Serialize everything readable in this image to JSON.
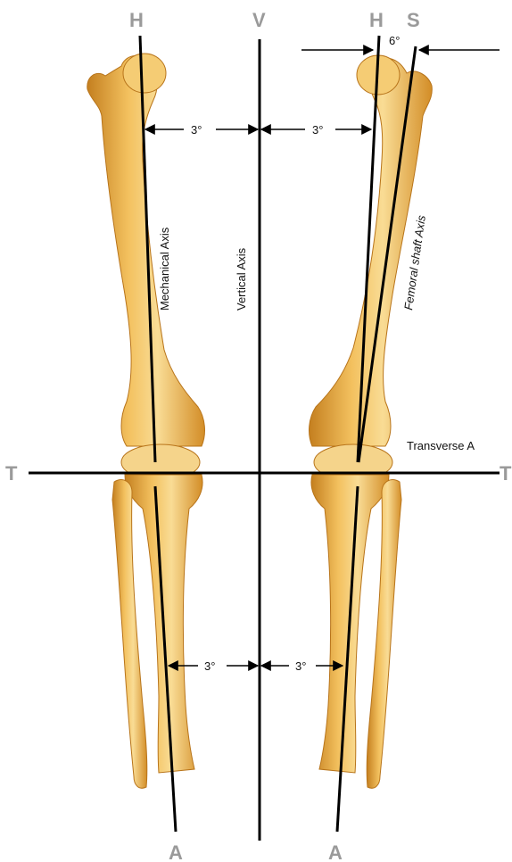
{
  "labels": {
    "top_left_h": "H",
    "top_v": "V",
    "top_right_h": "H",
    "top_s": "S",
    "left_t": "T",
    "right_t": "T",
    "bottom_left_a": "A",
    "bottom_right_a": "A",
    "angle_6": "6°",
    "angle_3_upper_left": "3°",
    "angle_3_upper_right": "3°",
    "angle_3_lower_left": "3°",
    "angle_3_lower_right": "3°",
    "mechanical_axis": "Mechanical Axis",
    "vertical_axis": "Vertical Axis",
    "femoral_shaft_axis": "Femoral shaft Axis",
    "transverse_axis": "Transverse A"
  },
  "colors": {
    "bone": "#e9a536",
    "bone_light": "#f7d58a",
    "bone_dark": "#b8741a",
    "axis_line": "#000000",
    "letter": "#9a9a9a"
  }
}
